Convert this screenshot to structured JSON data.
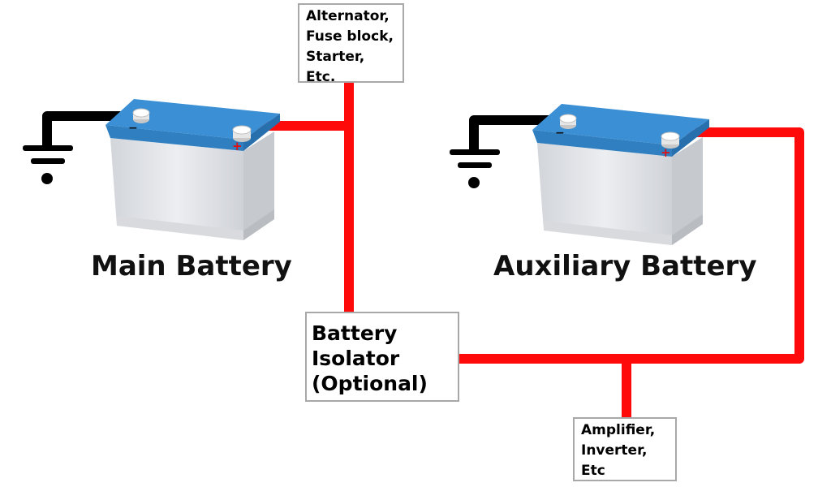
{
  "boxes": {
    "top": [
      "Alternator,",
      "Fuse block,",
      "Starter,",
      "Etc."
    ],
    "isolator": [
      "Battery",
      "Isolator",
      "(Optional)"
    ],
    "bottom": [
      "Amplifier,",
      "Inverter,",
      "Etc"
    ]
  },
  "batteries": {
    "main": {
      "title": "Main Battery",
      "positive_symbol": "+",
      "negative_symbol": "−"
    },
    "aux": {
      "title": "Auxiliary Battery",
      "positive_symbol": "+",
      "negative_symbol": "−"
    }
  },
  "colors": {
    "wire_positive": "#ff0a0a",
    "wire_ground": "#000000",
    "battery_lid": "#3b8fd4",
    "battery_case": "#e2e4e8",
    "box_border": "#a8a8a8"
  }
}
